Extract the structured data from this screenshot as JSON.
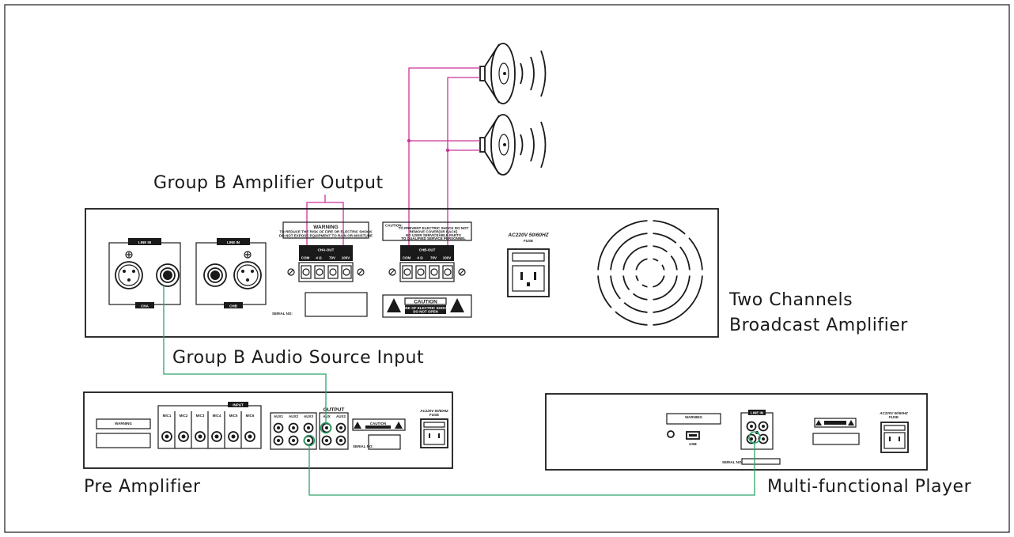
{
  "labels": {
    "group_b_amp_output": "Group B Amplifier Output",
    "two_channels_line1": "Two Channels",
    "two_channels_line2": "Broadcast Amplifier",
    "group_b_audio_input": "Group B Audio Source Input",
    "pre_amplifier": "Pre Amplifier",
    "multi_player": "Multi-functional Player"
  },
  "broadcast_amp": {
    "line_in_a": "LINE IN",
    "line_in_b": "LINE IN",
    "cha": "CHA",
    "chb": "CHB",
    "warning_title": "WARNING",
    "warning_line1": "TO REDUCE THE RISK OF FIRE OR ELECTRIC SHOCK",
    "warning_line2": "DO NOT EXPOSE EQUIPMENT TO RAIN OR MOISTURE",
    "caution_label": "CAUTION:",
    "caution_line1": "TO PREVENT ELECTRIC SHOCK DO NOT",
    "caution_line2": "REMOVE COVER(OR BACK)",
    "caution_line3": "NO USER SERVICEABLE PARTS",
    "caution_line4": "TO QUALIFIED SERVICE PERSONNEL",
    "cha_out": "CHA-OUT",
    "chb_out": "CHB-OUT",
    "terminals_a": [
      "COM",
      "4 Ω",
      "70V",
      "100V"
    ],
    "terminals_b": [
      "COM",
      "4 Ω",
      "70V",
      "100V"
    ],
    "caution_box": "CAUTION",
    "caution_box_sub1": "RISK OF ELECTRIC SHOCK",
    "caution_box_sub2": "DO NOT OPEN",
    "serial_no": "SERIAL NO:",
    "power_line1": "AC220V 50/60HZ",
    "power_line2": "FUSE"
  },
  "pre_amp": {
    "input": "INPUT",
    "output": "OUTPUT",
    "mics": [
      "MIC1",
      "MIC2",
      "MIC3",
      "MIC4",
      "MIC5",
      "MIC6"
    ],
    "aux": [
      "AUX1",
      "AUX2",
      "AUX3"
    ],
    "outs": [
      "AUX",
      "AUX2"
    ],
    "warning": "WARNING",
    "caution": "CAUTION",
    "serial_no": "SERIAL NO:",
    "power": "AC220V 50/60HZ",
    "fuse": "FUSE"
  },
  "player": {
    "warning": "WARNING",
    "line_in": "LINE IN",
    "usb": "USB",
    "serial_no": "SERIAL NO:",
    "power": "AC220V 50/60HZ",
    "fuse": "FUSE"
  },
  "colors": {
    "speaker_wire": "#cc3399",
    "audio_wire": "#2fa36b",
    "outline": "#1a1a1a"
  }
}
